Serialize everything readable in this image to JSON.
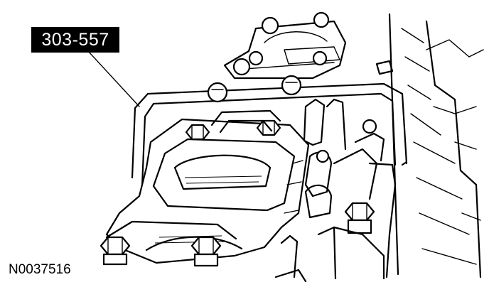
{
  "callout": {
    "tool_number": "303-557"
  },
  "figure": {
    "id": "N0037516"
  },
  "icons": {
    "illustration": "engine-cylinder-head-with-tool-bracket"
  },
  "colors": {
    "line": "#000000",
    "background": "#ffffff",
    "label_background": "#000000",
    "label_text": "#ffffff"
  }
}
